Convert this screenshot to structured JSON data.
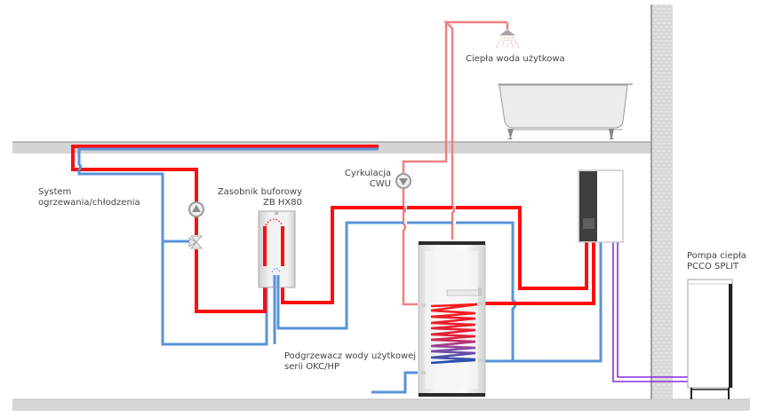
{
  "title": "Schemat instalacji pompy ciepła PCCO SPLIT",
  "labels": {
    "heating_system": [
      "System",
      "ogrzewania/chłodzenia"
    ],
    "buffer_tank": [
      "Zasobnik buforowy",
      "ZB HX80"
    ],
    "circulation": [
      "Cyrkulacja",
      "CWU"
    ],
    "hot_water": "Ciepła woda użytkowa",
    "water_heater": [
      "Podgrzewacz wody użytkowej",
      "serii OKC/HP"
    ],
    "heat_pump": [
      "Pompa ciepła",
      "PCCO SPLIT"
    ]
  },
  "components": [
    {
      "id": "heating-pump",
      "icon": "pump-up-icon"
    },
    {
      "id": "three-way-valve",
      "icon": "valve-icon"
    },
    {
      "id": "circulation-pump",
      "icon": "pump-down-icon"
    },
    {
      "id": "shower-head",
      "icon": "shower-icon"
    },
    {
      "id": "bathtub",
      "icon": "bathtub-icon"
    },
    {
      "id": "indoor-unit",
      "icon": "indoor-unit-icon"
    },
    {
      "id": "outdoor-unit",
      "icon": "outdoor-unit-icon"
    },
    {
      "id": "brick-wall",
      "icon": "wall-icon"
    }
  ],
  "colors": {
    "hot_pipe": "#ff0d0d",
    "cold_pipe": "#5a93d8",
    "dhw_pipe": "#f08080",
    "refrigerant_pipe": "#8a2be2",
    "floor": "#d4d4d4",
    "wall": "#c8c8c8"
  }
}
